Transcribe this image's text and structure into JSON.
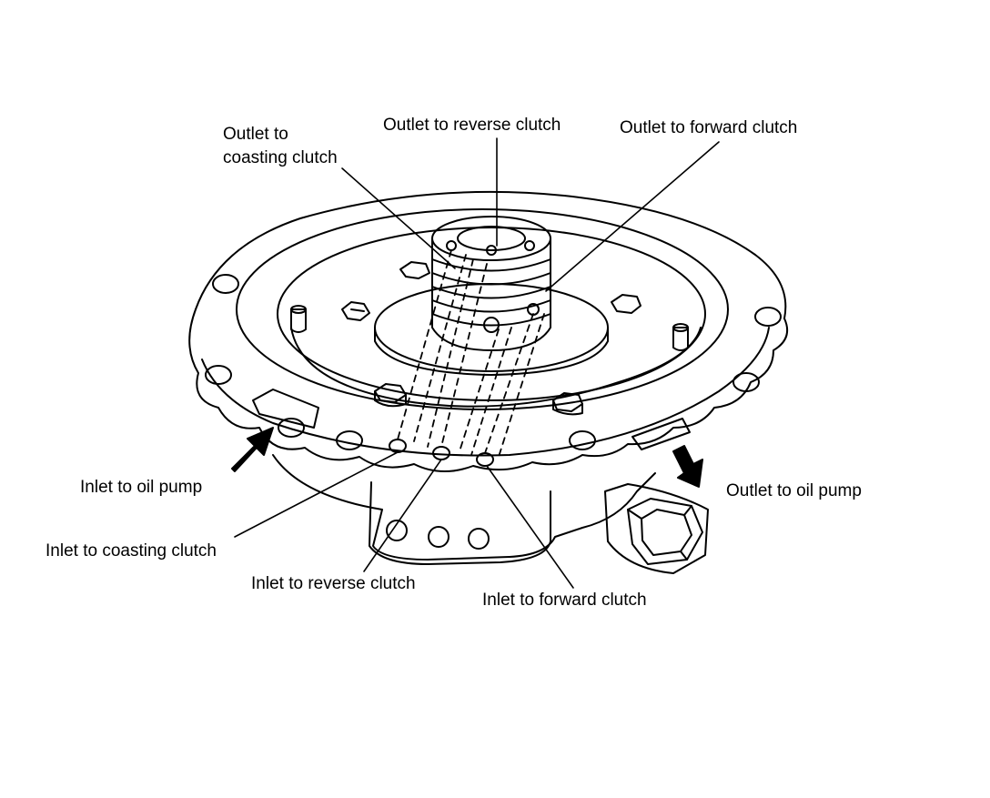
{
  "diagram": {
    "colors": {
      "ink": "#000000",
      "paper": "#ffffff"
    },
    "labels": {
      "outlet_coasting_line1": "Outlet to",
      "outlet_coasting_line2": "coasting clutch",
      "outlet_reverse": "Outlet to reverse clutch",
      "outlet_forward": "Outlet to forward clutch",
      "inlet_oil_pump": "Inlet to oil pump",
      "outlet_oil_pump": "Outlet to oil pump",
      "inlet_coasting": "Inlet to coasting clutch",
      "inlet_reverse": "Inlet to reverse clutch",
      "inlet_forward": "Inlet to forward clutch"
    }
  }
}
